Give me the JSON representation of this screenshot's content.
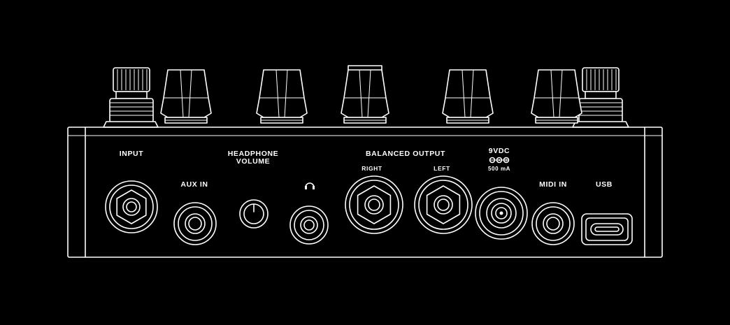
{
  "labels": {
    "input": "INPUT",
    "aux_in": "AUX IN",
    "headphone_line1": "HEADPHONE",
    "headphone_line2": "VOLUME",
    "balanced_output": "BALANCED OUTPUT",
    "right": "RIGHT",
    "left": "LEFT",
    "power_voltage": "9VDC",
    "power_current": "500 mA",
    "midi_in": "MIDI IN",
    "usb": "USB"
  },
  "colors": {
    "background": "#000000",
    "line": "#ffffff"
  },
  "icons": {
    "headphone": "headphone-icon",
    "polarity": "dc-polarity-icon"
  }
}
